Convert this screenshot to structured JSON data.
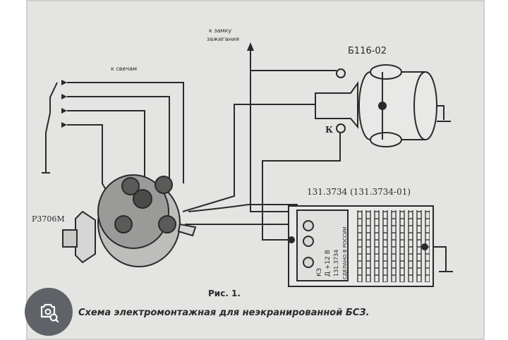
{
  "diagram": {
    "label_switch": "к замку зажигания",
    "label_switch_line1": "к замку",
    "label_switch_line2": "зажигания",
    "label_plugs": "к свечам",
    "label_coil": "Б116-02",
    "label_coil_terminal": "К",
    "label_distributor": "P3706M",
    "label_commutator": "131.3734 (131.3734-01)",
    "commutator_text": {
      "col1": "КЗ",
      "col2": "Д +12 В",
      "col3": "131.3734",
      "col4": "СДЕЛАНО В РОССИИ"
    },
    "fig_number": "Рис. 1.",
    "caption": "Схема электромонтажная для неэкранированной БСЗ."
  },
  "overlay": {
    "icon": "lens-search-icon"
  },
  "colors": {
    "paper": "#e4e4e2",
    "ink": "#2a2a2a",
    "lens_bg": "#5f6368"
  }
}
